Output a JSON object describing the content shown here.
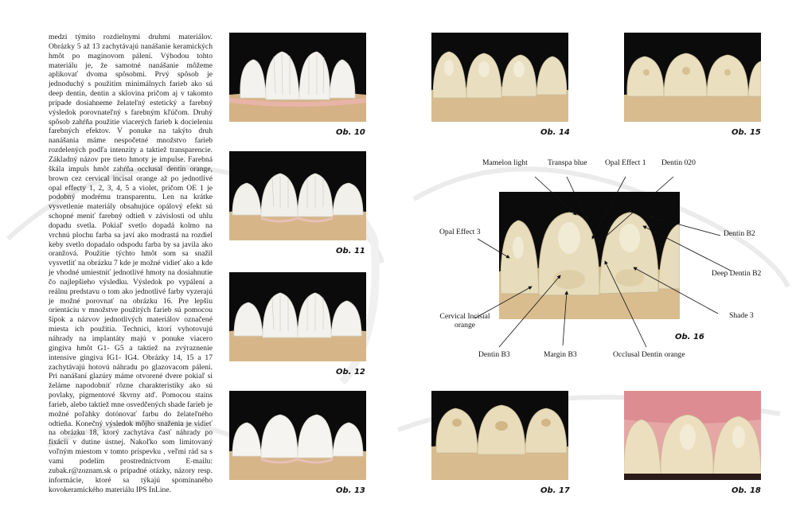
{
  "article": {
    "body": "medzi týmito rozdielnymi druhmi materiálov. Obrázky 5 až 13 zachytávajú nanášanie keramických hmôt po maginovom pálení. Výhodou tohto materiálu je, že samotné nanášanie môžeme aplikovať dvoma spôsobmi. Prvý spôsob je jednoduchý s použitím minimálnych farieb ako sú deep dentin, dentin a sklovina pričom aj v takomto prípade dosiahneme želateľný estetický a farebný výsledok porovnateľný s farebným kľúčom. Druhý spôsob zahŕňa použitie viacerých farieb k docieleniu farebných efektov. V ponuke na takýto druh nanášania máme nespočetné množstvo farieb rozdelených podľa intenzity a taktiež transparencie. Základný názov pre tieto hmoty je impulse. Farebná škála impuls hmôt zahŕňa occlusal dentin orange, brown cez cervical incisal orange až po jednotlivé opal effecty 1, 2, 3, 4, 5 a violet, pričom OE 1 je podobný modrému transparentu. Len na krátke vysvetlenie materiály obsahujúce opálový efekt sú schopné meniť farebný odtieň v závislosti od uhlu dopadu svetla. Pokiaľ svetlo dopadá kolmo na vrchnú plochu farba sa javí ako modrastá na rozdiel keby svetlo dopadalo odspodu farba by sa javila ako oranžová. Použitie týchto hmôt som sa snažil vysvetliť na obrázku 7 kde je možné vidieť ako a kde je vhodné umiestniť jednotlivé hmoty na dosiahnutie čo najlepšieho výsledku. Výsledok po vypálení a reálnu predstavu o tom ako jednotlivé farby vyzerajú je možné porovnať na obrázku 16. Pre lepšiu orientáciu v množstve použitých farieb sú pomocou šípok a názvov jednotlivých materiálov označené miesta ich použitia. Technici, ktorí vyhotovujú náhrady na implantáty majú v ponuke viacero gingiva hmôt G1- G5 a taktiež na zvýraznenie intensive gingiva IG1- IG4. Obrázky 14, 15 a 17 zachytávajú hotovú náhradu po glazovacom pálení. Pri nanášaní glazúry máme otvorené dvere pokiaľ si želáme napodobniť rôzne charakteristiky ako sú povlaky, pigmentové škvrny atď. Pomocou stains farieb, alebo taktiež mne osvedčených shade farieb je možné poľahky dotónovať farbu do želateľného odtieňa. Konečný výsledok môjho snaženia je vidieť na obrázku 18, ktorý zachytáva časť náhrady po fixácii v dutine ústnej. Nakoľko som limitovaný voľným miestom v tomto príspevku , veľmi rád sa s vami podelím prostredníctvom E-mailu: zubak.r@zoznam.sk o prípadné otázky, názory resp. informácie, ktoré sa týkajú spomínaného kovokeramického materiálu IPS InLine."
  },
  "figures": {
    "ob10": "Ob. 10",
    "ob11": "Ob. 11",
    "ob12": "Ob. 12",
    "ob13": "Ob. 13",
    "ob14": "Ob. 14",
    "ob15": "Ob. 15",
    "ob16": "Ob. 16",
    "ob17": "Ob. 17",
    "ob18": "Ob. 18"
  },
  "annotations": {
    "mamelon_light": "Mamelon light",
    "transpa_blue": "Transpa blue",
    "opal_effect_1": "Opal Effect 1",
    "dentin_020": "Dentin 020",
    "opal_effect_3": "Opal Effect 3",
    "dentin_b2": "Dentin B2",
    "deep_dentin_b2": "Deep Dentin B2",
    "shade_3": "Shade 3",
    "cervical_incisial_orange": "Cervical Incisial orange",
    "dentin_b3": "Dentin B3",
    "margin_b3": "Margin B3",
    "occlusal_dentin_orange": "Occlusal Dentin orange"
  },
  "colors": {
    "photo_background": "#0b0b0b",
    "stone_model": "#d7b98c",
    "gingiva": "#d98a8a",
    "porcelain_white": "#f2f1ec",
    "enamel": "#e9dcb9"
  }
}
